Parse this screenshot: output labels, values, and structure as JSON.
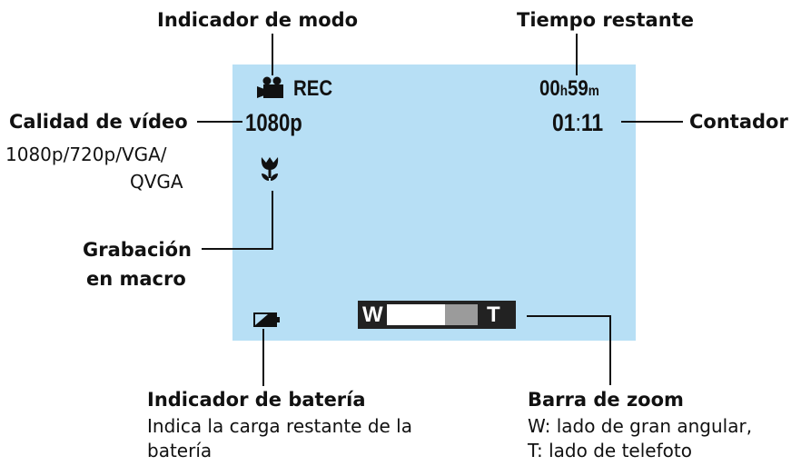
{
  "screen": {
    "mode_text": "REC",
    "time_h": "00",
    "time_h_unit": "h",
    "time_m": "59",
    "time_m_unit": "m",
    "quality": "1080p",
    "counter_min": "01",
    "counter_sep": ":",
    "counter_sec": "11"
  },
  "zoom": {
    "wide_label": "W",
    "tele_label": "T"
  },
  "labels": {
    "mode": "Indicador de modo",
    "time_remaining": "Tiempo restante",
    "quality": "Calidad de vídeo",
    "quality_options_1": "1080p/720p/VGA/",
    "quality_options_2": "QVGA",
    "counter": "Contador",
    "macro_1": "Grabación",
    "macro_2": "en macro",
    "battery": "Indicador de batería",
    "battery_desc_1": "Indica la carga restante de la",
    "battery_desc_2": "batería",
    "zoom": "Barra de zoom",
    "zoom_desc_1": "W: lado de gran angular,",
    "zoom_desc_2": "T: lado de telefoto"
  },
  "icons": {
    "mode": "video-camera-icon",
    "macro": "macro-flower-icon",
    "battery": "battery-icon"
  },
  "colors": {
    "screen_bg": "#b7dff5"
  }
}
